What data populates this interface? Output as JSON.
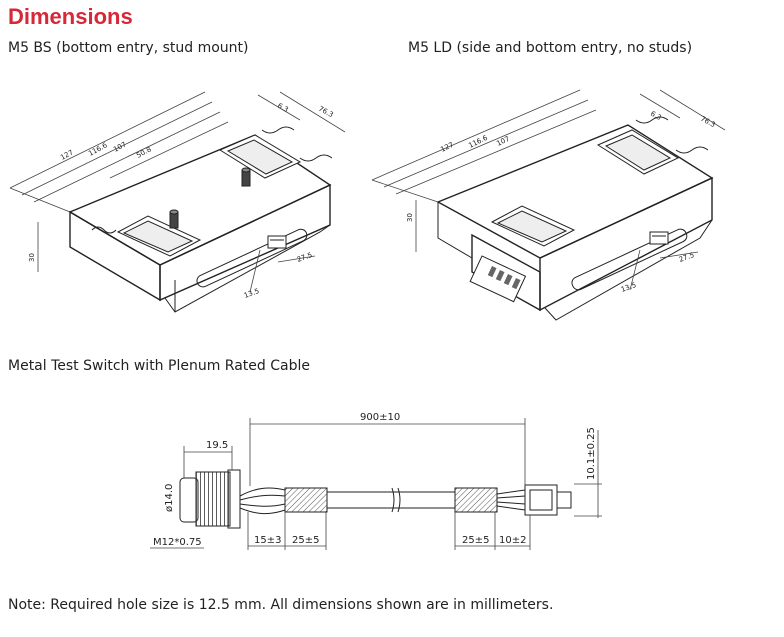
{
  "header": {
    "title": "Dimensions"
  },
  "figures": {
    "left": {
      "caption": "M5 BS (bottom entry, stud mount)",
      "dims": {
        "d127": "127",
        "d1166": "116.6",
        "d107": "107",
        "d508": "50.8",
        "d63": "6.3",
        "d763": "76.3",
        "d30": "30",
        "d135": "13.5",
        "d275": "27.5"
      }
    },
    "right": {
      "caption": "M5 LD (side and bottom entry, no studs)",
      "dims": {
        "d127": "127",
        "d1166": "116.6",
        "d107": "107",
        "d63": "6.3",
        "d763": "76.3",
        "d30": "30",
        "d135": "13.5",
        "d275": "27.5"
      }
    },
    "cable": {
      "caption": "Metal Test Switch with Plenum Rated Cable",
      "dims": {
        "length": "900±10",
        "d195": "19.5",
        "dia": "ø14.0",
        "thread": "M12*0.75",
        "d15": "15±3",
        "d25a": "25±5",
        "d25b": "25±5",
        "d10": "10±2",
        "height": "10.1±0.25"
      }
    }
  },
  "footer": {
    "note": "Note: Required hole size is 12.5 mm. All dimensions shown are in millimeters."
  }
}
